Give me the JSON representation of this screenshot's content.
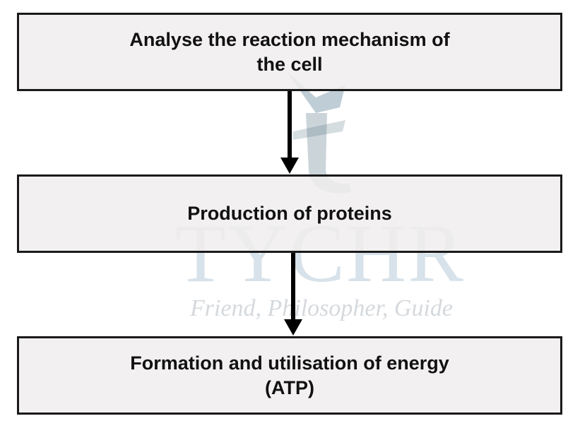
{
  "flowchart": {
    "steps": [
      {
        "line1": "Analyse the reaction mechanism of",
        "line2": "the cell"
      },
      {
        "line1": "Production of proteins"
      },
      {
        "line1": "Formation and utilisation of energy",
        "line2": "(ATP)"
      }
    ]
  },
  "watermark": {
    "brand": "TYCHR",
    "tagline": "Friend, Philosopher, Guide"
  },
  "colors": {
    "box_fill": "#f0eded",
    "border": "#1a1a1a",
    "watermark": "#96b4c8"
  }
}
